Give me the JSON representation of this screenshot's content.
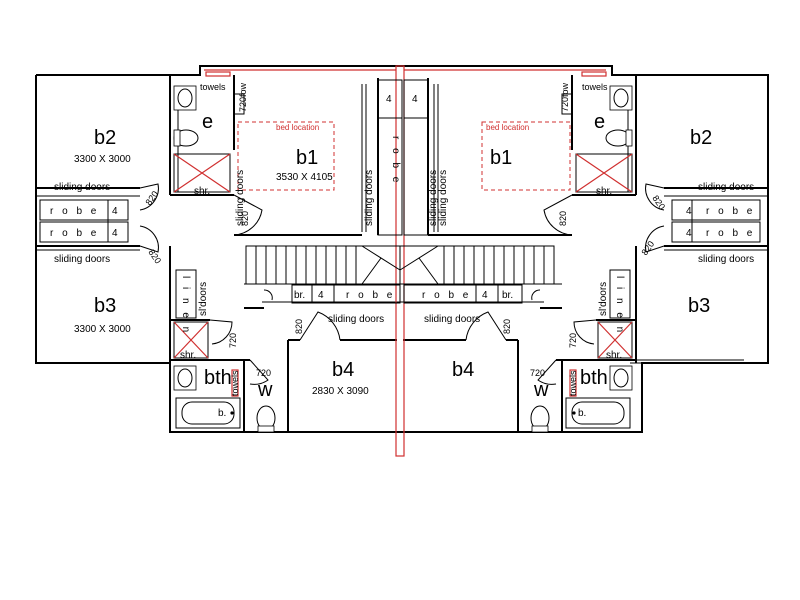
{
  "rooms": {
    "b2": "b2",
    "b3": "b3",
    "b1": "b1",
    "b4": "b4",
    "e": "e",
    "bth": "bth",
    "w": "w",
    "shr": "shr.",
    "br": "br.",
    "bath": "b."
  },
  "dimensions": {
    "b2": "3300 X 3000",
    "b3": "3300 X 3000",
    "b1": "3530 X 4105",
    "b4": "2830 X 3090"
  },
  "labels": {
    "sliding_doors": "sliding doors",
    "robe": "r o b e",
    "linen": "l i n e n",
    "sl_doors": "sl'doors",
    "towels": "towels",
    "bed_location": "bed location",
    "door_820": "820",
    "door_720": "720",
    "door_720fow": "720fow",
    "shelf_4": "4"
  }
}
